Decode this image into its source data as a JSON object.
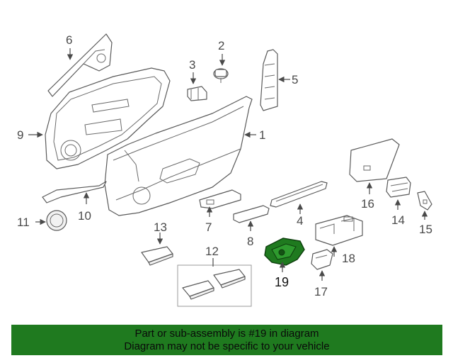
{
  "callouts": {
    "c1": "1",
    "c2": "2",
    "c3": "3",
    "c4": "4",
    "c5": "5",
    "c6": "6",
    "c7": "7",
    "c8": "8",
    "c9": "9",
    "c10": "10",
    "c11": "11",
    "c12": "12",
    "c13": "13",
    "c14": "14",
    "c15": "15",
    "c16": "16",
    "c17": "17",
    "c18": "18",
    "c19": "19"
  },
  "highlight": {
    "part_number": "19",
    "color": "#1f7a1f"
  },
  "banner": {
    "line1": "Part or sub-assembly is #19 in diagram",
    "line2": "Diagram may not be specific to your vehicle",
    "background": "#1f7a1f"
  }
}
